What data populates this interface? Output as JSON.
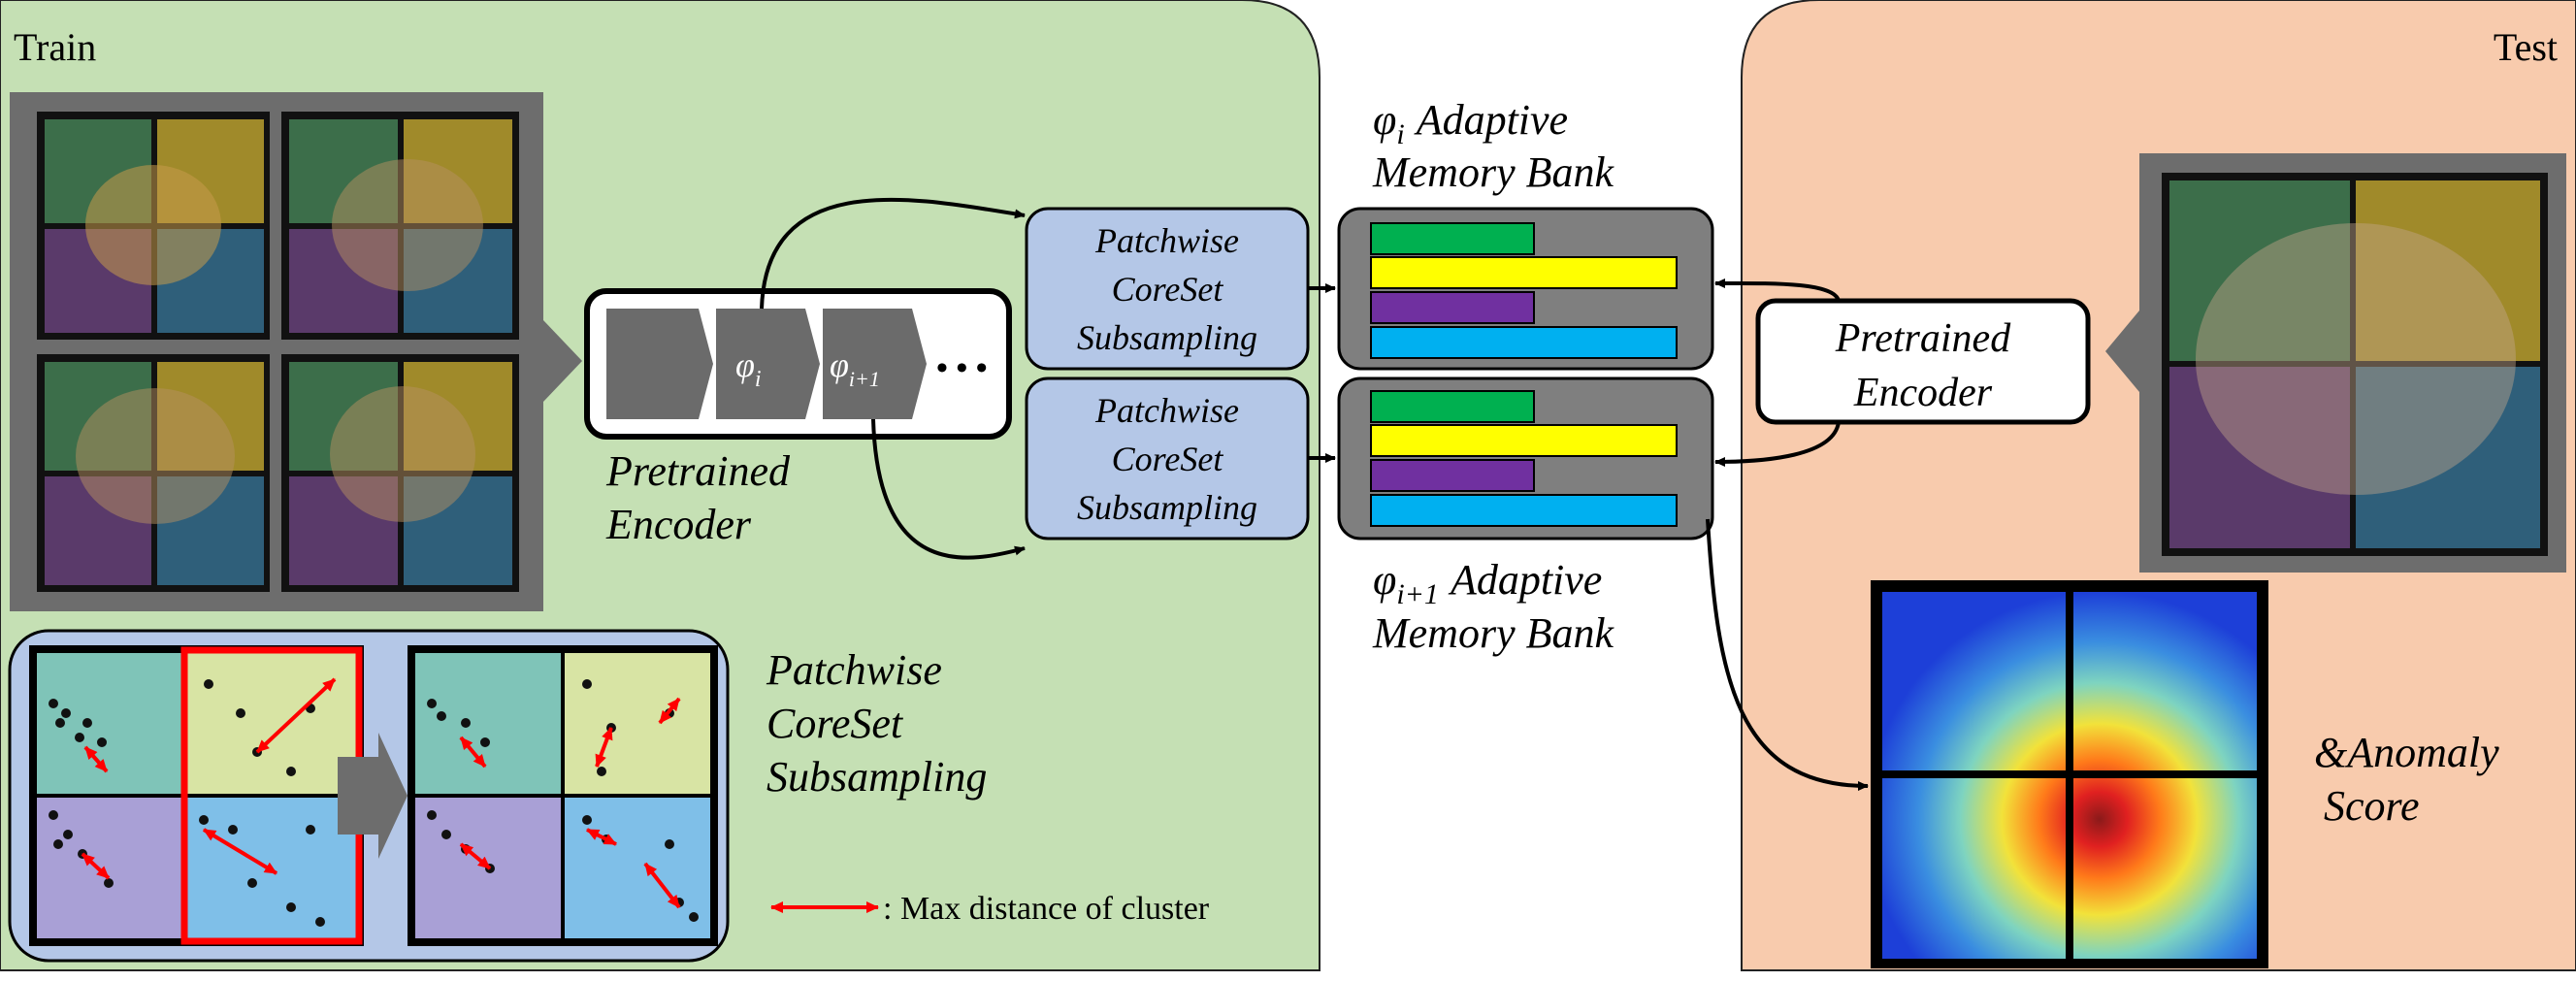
{
  "train_panel": {
    "label": "Train"
  },
  "test_panel": {
    "label": "Test"
  },
  "pretrained_encoder_train": {
    "label_line1": "Pretrained",
    "label_line2": "Encoder",
    "layer_i": "φ",
    "layer_i_sub": "i",
    "layer_i1": "φ",
    "layer_i1_sub": "i+1",
    "ellipsis": "• • •"
  },
  "coreset_boxes": [
    {
      "line1": "Patchwise",
      "line2": "CoreSet",
      "line3": "Subsampling"
    },
    {
      "line1": "Patchwise",
      "line2": "CoreSet",
      "line3": "Subsampling"
    }
  ],
  "memory_bank_i": {
    "phi": "φ",
    "sub": "i",
    "line1": "Adaptive",
    "line2": "Memory Bank"
  },
  "memory_bank_i1": {
    "phi": "φ",
    "sub": "i+1",
    "line1": "Adaptive",
    "line2": "Memory Bank"
  },
  "pretrained_encoder_test": {
    "line1": "Pretrained",
    "line2": "Encoder"
  },
  "coreset_detail": {
    "title_line1": "Patchwise",
    "title_line2": "CoreSet",
    "title_line3": "Subsampling",
    "legend_text": ": Max distance of cluster"
  },
  "anomaly_output": {
    "line1": "&Anomaly",
    "line2": "Score"
  },
  "colors": {
    "train_bg": "#c5e0b4",
    "test_bg": "#f8cbad",
    "encoder_gray": "#6b6b6b",
    "coreset_box": "#b4c7e7",
    "memory_bank_bg": "#7f7f7f",
    "bar_green": "#00b050",
    "bar_yellow": "#ffff00",
    "bar_purple": "#7030a0",
    "bar_blue": "#00b0f0",
    "max_distance_red": "#ff0000",
    "cell_teal": "#7fc4b8",
    "cell_olive": "#d8e4a4",
    "cell_lavender": "#a9a0d6",
    "cell_sky": "#7fbfe8"
  }
}
